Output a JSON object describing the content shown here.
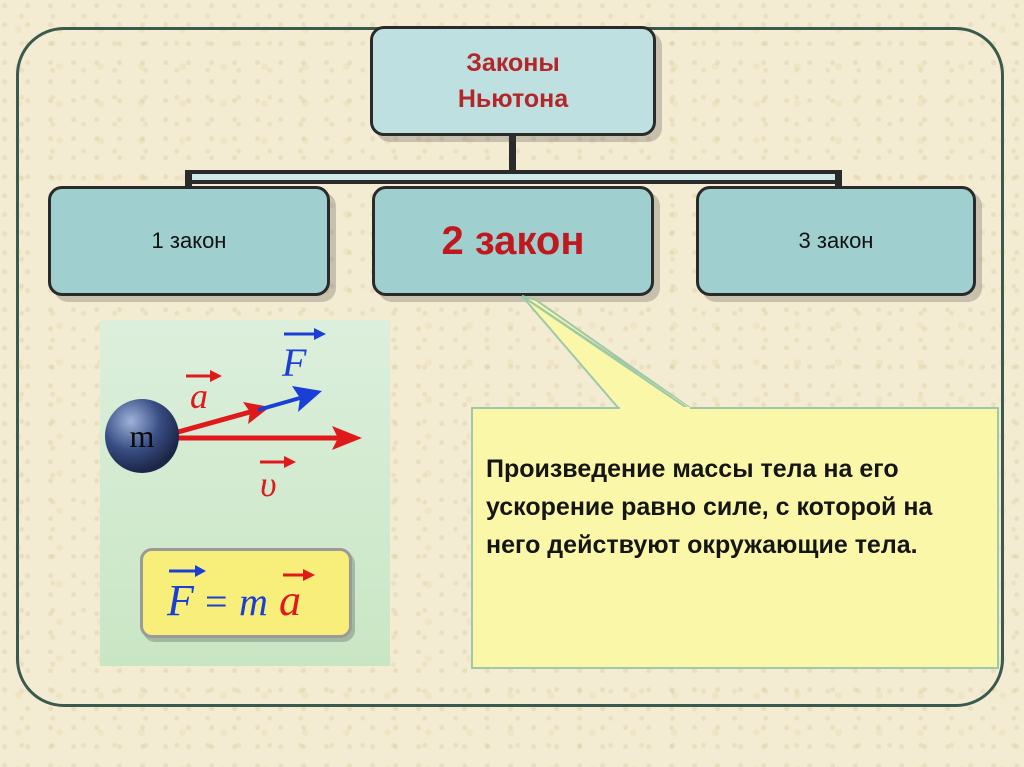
{
  "diagram": {
    "root": {
      "title": "Законы\nНьютона"
    },
    "laws": [
      {
        "label": "1 закон"
      },
      {
        "label": "2 закон"
      },
      {
        "label": "3 закон"
      }
    ],
    "callout": {
      "text": "Произведение массы тела на его ускорение равно силе, с которой на него действуют окружающие тела."
    },
    "figure": {
      "mass_label": "m",
      "force_symbol": "F",
      "acceleration_symbol": "a",
      "velocity_symbol": "υ",
      "formula": {
        "lhs": "F",
        "eq": "=",
        "m": "m",
        "rhs": "a"
      }
    }
  },
  "colors": {
    "box_fill": "#9fcfcf",
    "root_fill": "#bfe0e0",
    "title_red": "#c0181f",
    "callout_fill": "#fbf7a8",
    "vector_red": "#e01a1a",
    "vector_blue": "#1a3fd6"
  }
}
